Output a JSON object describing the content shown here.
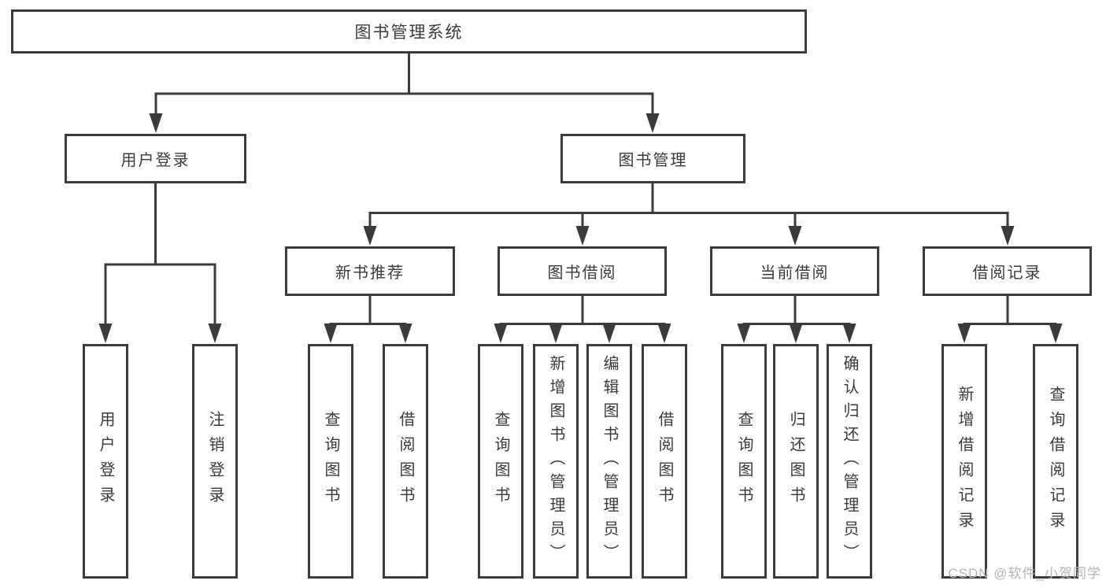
{
  "diagram": {
    "root": {
      "label": "图书管理系统"
    },
    "login": {
      "label": "用户登录",
      "children": [
        {
          "label": "用户登录"
        },
        {
          "label": "注销登录"
        }
      ]
    },
    "manage": {
      "label": "图书管理",
      "sections": [
        {
          "label": "新书推荐",
          "children": [
            {
              "label": "查询图书"
            },
            {
              "label": "借阅图书"
            }
          ]
        },
        {
          "label": "图书借阅",
          "children": [
            {
              "label": "查询图书"
            },
            {
              "label": "新增图书（管理员）"
            },
            {
              "label": "编辑图书（管理员）"
            },
            {
              "label": "借阅图书"
            }
          ]
        },
        {
          "label": "当前借阅",
          "children": [
            {
              "label": "查询图书"
            },
            {
              "label": "归还图书"
            },
            {
              "label": "确认归还（管理员）"
            }
          ]
        },
        {
          "label": "借阅记录",
          "children": [
            {
              "label": "新增借阅记录"
            },
            {
              "label": "查询借阅记录"
            }
          ]
        }
      ]
    }
  },
  "watermark": {
    "label": "CSDN @软件_小贺同学"
  },
  "colors": {
    "line": "#3b3b3b",
    "text": "#3a3a3a",
    "watermark": "#b4b4b4",
    "background": "#ffffff"
  }
}
